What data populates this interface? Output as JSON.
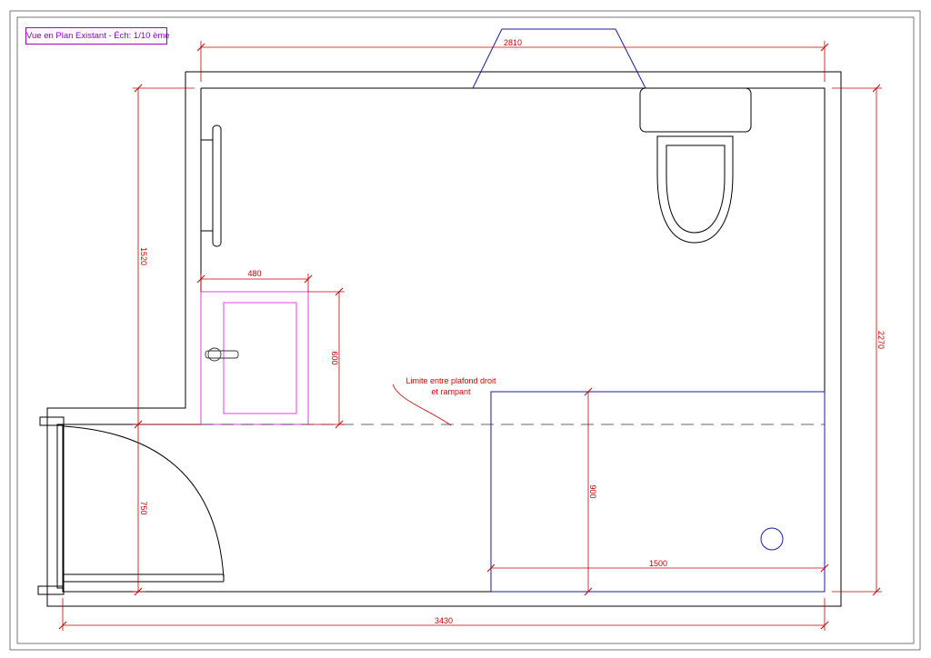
{
  "title": "Vue en Plan Existant - Éch: 1/10 ème",
  "dimensions": {
    "top_width": "2810",
    "bottom_width": "3430",
    "right_height": "2270",
    "left_upper_height": "1520",
    "left_lower_height": "750",
    "sink_width": "480",
    "sink_depth": "600",
    "shower_depth": "900",
    "shower_width": "1500"
  },
  "annotation": {
    "line1": "Limite entre plafond droit",
    "line2": "et rampant"
  },
  "colors": {
    "dimension": "#c00000",
    "wall": "#000000",
    "fixture": "#1a1aa0",
    "sink": "#e040e0",
    "title": "#8a00c0"
  }
}
